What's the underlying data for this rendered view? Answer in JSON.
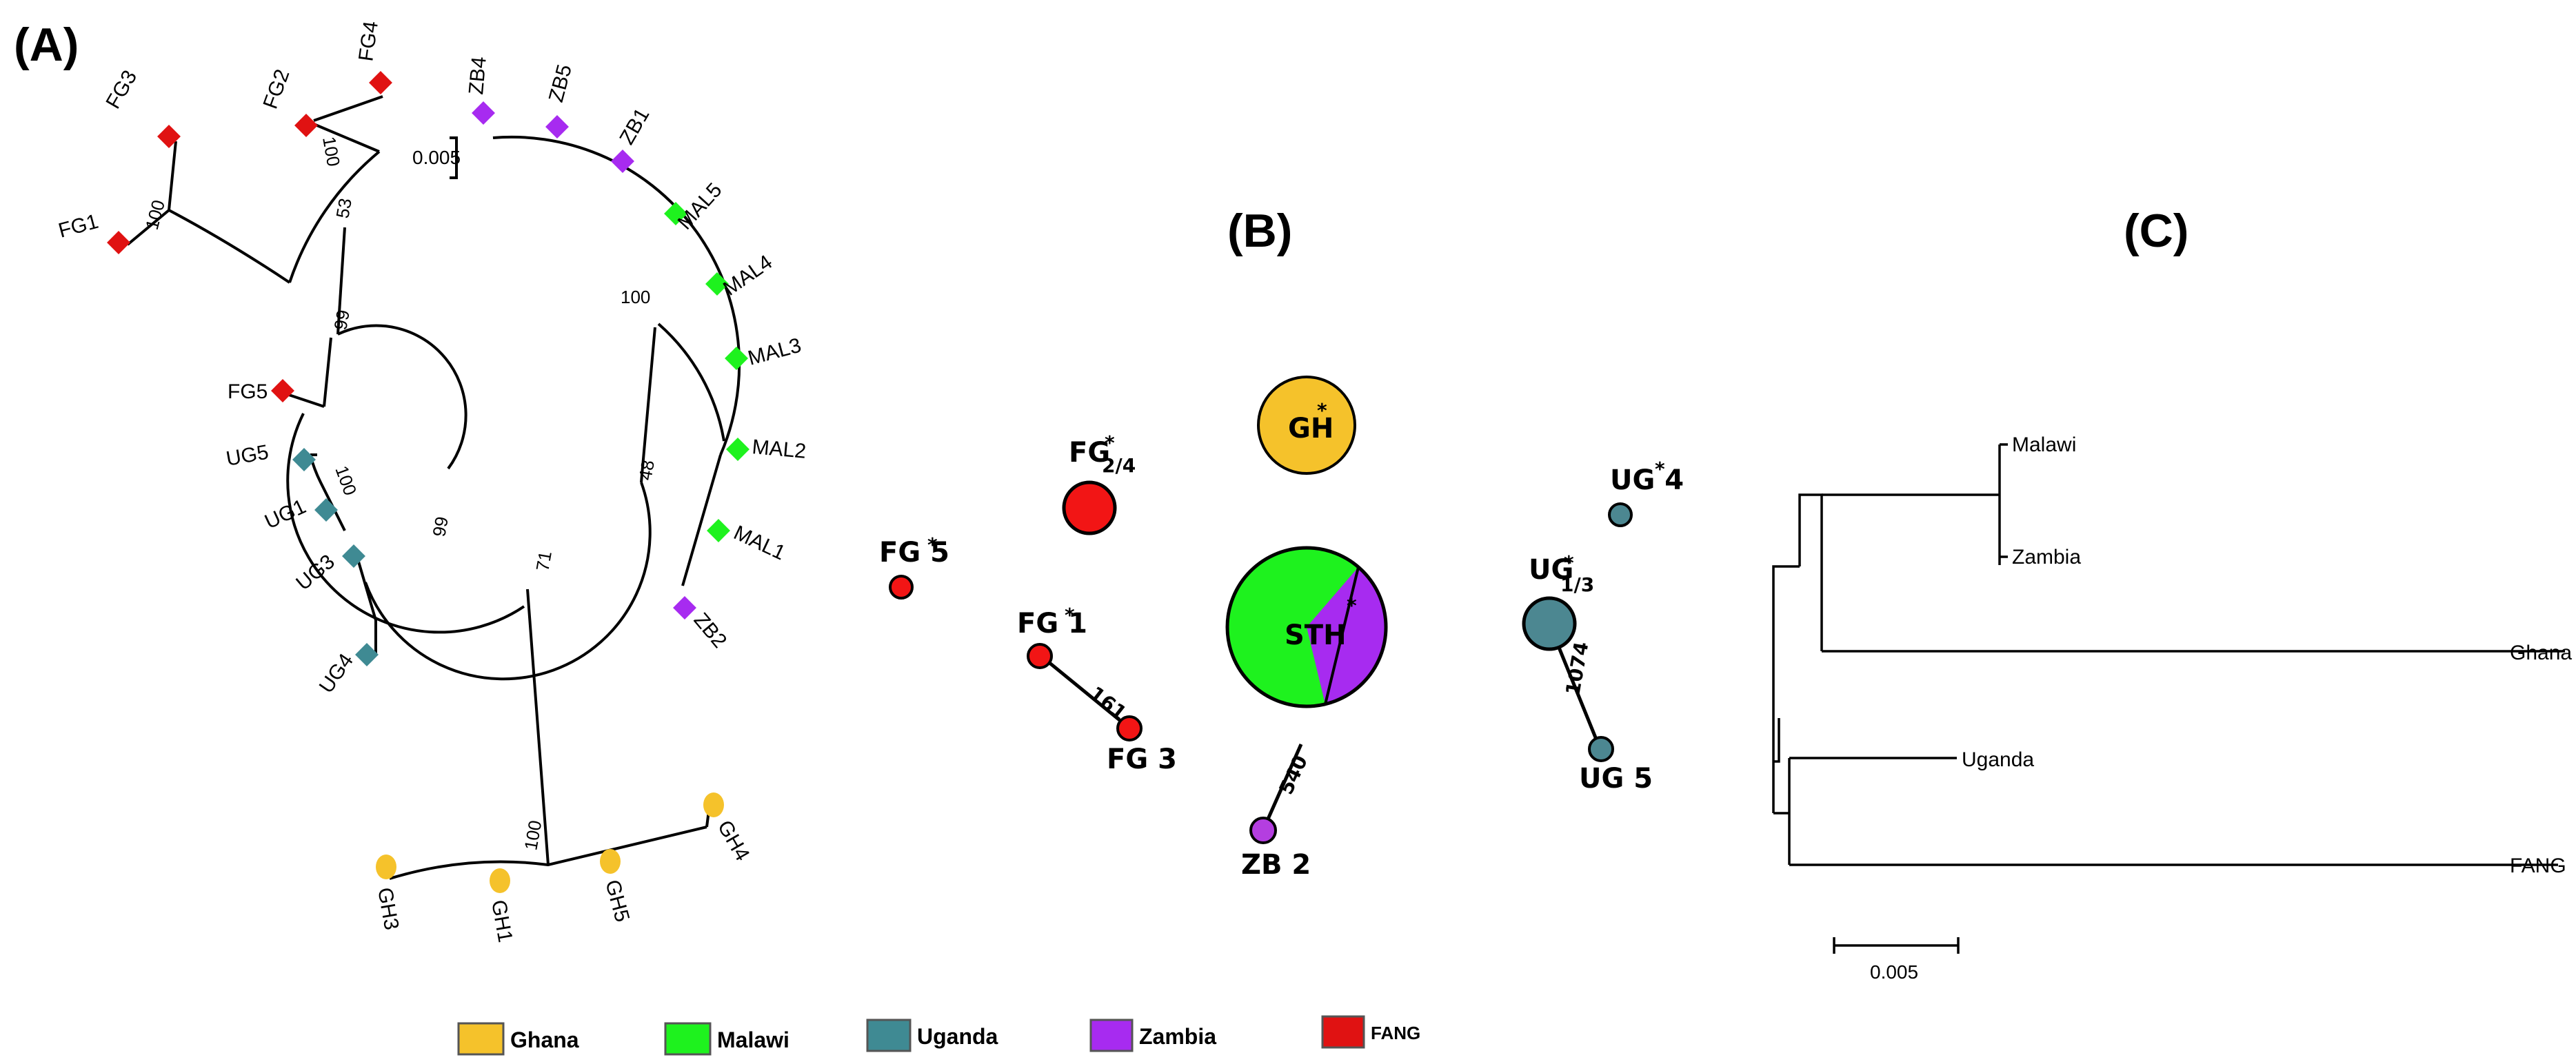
{
  "panels": {
    "a": "(A)",
    "b": "(B)",
    "c": "(C)"
  },
  "colors": {
    "Ghana": "#f5c22b",
    "Malawi": "#1ef21e",
    "Uganda": "#3f8a93",
    "Zambia": "#a72bf0",
    "FANG": "#e01212",
    "FANG_node": "#f21515",
    "Uganda_node": "#4c8791",
    "Zambia_node": "#b43ee0"
  },
  "tree_a": {
    "scale_label": "0.005",
    "leaves": {
      "FG1": "FG1",
      "FG2": "FG2",
      "FG3": "FG3",
      "FG4": "FG4",
      "FG5": "FG5",
      "UG1": "UG1",
      "UG3": "UG3",
      "UG4": "UG4",
      "UG5": "UG5",
      "ZB1": "ZB1",
      "ZB2": "ZB2",
      "ZB4": "ZB4",
      "ZB5": "ZB5",
      "MAL1": "MAL1",
      "MAL2": "MAL2",
      "MAL3": "MAL3",
      "MAL4": "MAL4",
      "MAL5": "MAL5",
      "GH1": "GH1",
      "GH3": "GH3",
      "GH4": "GH4",
      "GH5": "GH5"
    },
    "bootstrap": {
      "fg34": "100",
      "fg1": "100",
      "b53": "53",
      "b99a": "99",
      "ug": "100",
      "b99b": "99",
      "b71": "71",
      "b48": "48",
      "mal": "100",
      "gh": "100"
    }
  },
  "network_b": {
    "nodes": {
      "GH": {
        "label": "GH",
        "star": "*"
      },
      "FG24": {
        "label": "FG",
        "sub": "2/4",
        "star": "*"
      },
      "FG5": {
        "label": "FG 5",
        "star": "*"
      },
      "FG1": {
        "label": "FG 1",
        "star": "*"
      },
      "FG3": {
        "label": "FG 3"
      },
      "STH": {
        "label": "STH",
        "star": "*"
      },
      "ZB2": {
        "label": "ZB 2"
      },
      "UG4": {
        "label": "UG 4",
        "star": "*"
      },
      "UG13": {
        "label": "UG",
        "sub": "1/3",
        "star": "*"
      },
      "UG5": {
        "label": "UG 5"
      }
    },
    "edges": {
      "fg": "161",
      "zb": "540",
      "ug": "1074"
    }
  },
  "tree_c": {
    "leaves": {
      "malawi": "Malawi",
      "zambia": "Zambia",
      "ghana": "Ghana",
      "uganda": "Uganda",
      "fang": "FANG"
    },
    "scale_label": "0.005"
  },
  "legend": [
    {
      "label": "Ghana",
      "color": "#f5c22b"
    },
    {
      "label": "Malawi",
      "color": "#1ef21e"
    },
    {
      "label": "Uganda",
      "color": "#3f8a93"
    },
    {
      "label": "Zambia",
      "color": "#a72bf0"
    },
    {
      "label": "FANG",
      "color": "#e01212"
    }
  ]
}
